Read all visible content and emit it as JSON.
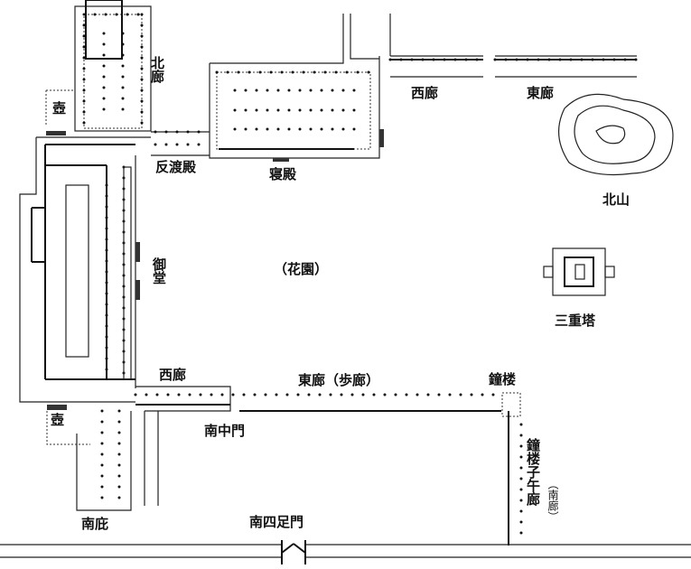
{
  "labels": {
    "kitaro": "北廊",
    "tsubo_north": "壺",
    "sorowatadono": "反渡殿",
    "shinden": "寝殿",
    "nishiro_north": "西廊",
    "higashiro_north": "東廊",
    "kitayama": "北山",
    "mido": "御堂",
    "kaen": "（花園）",
    "sanjuto": "三重塔",
    "nishiro_south": "西廊",
    "higashiro_horo": "東廊（歩廊）",
    "shoro": "鐘楼",
    "tsubo_south": "壺",
    "minami_chumon": "南中門",
    "shoro_shigoro": "鐘楼子午廊",
    "minamiro": "（南廊）",
    "minami_hisashi": "南庇",
    "minami_yotsuashimon": "南四足門"
  }
}
